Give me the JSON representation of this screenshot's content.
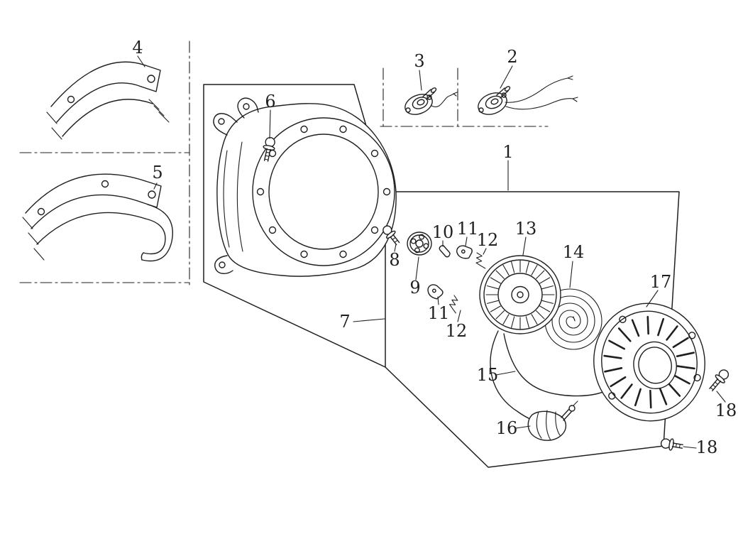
{
  "colors": {
    "ink": "#1f1f1f",
    "paper": "#ffffff"
  },
  "callouts": {
    "c1": "1",
    "c2": "2",
    "c3": "3",
    "c4": "4",
    "c5": "5",
    "c6": "6",
    "c7": "7",
    "c8": "8",
    "c9": "9",
    "c10": "10",
    "c11a": "11",
    "c11b": "11",
    "c12a": "12",
    "c12b": "12",
    "c13": "13",
    "c14": "14",
    "c15": "15",
    "c16": "16",
    "c17": "17",
    "c18a": "18",
    "c18b": "18"
  }
}
